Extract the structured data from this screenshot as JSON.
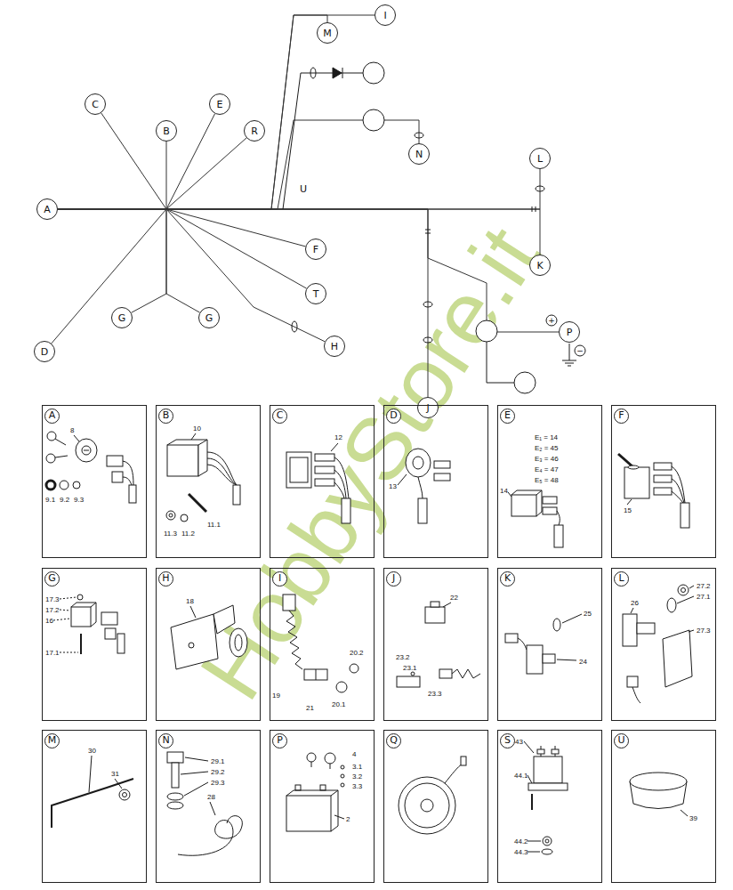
{
  "diagram": {
    "nodes": [
      {
        "text": [
          "I"
        ]
      },
      {
        "text": [
          "M"
        ]
      },
      {
        "text": [
          "C"
        ]
      },
      {
        "text": [
          "E"
        ]
      },
      {
        "text": [
          "B"
        ]
      },
      {
        "text": [
          "R"
        ]
      },
      {
        "text": [
          "N"
        ]
      },
      {
        "text": [
          "L"
        ]
      },
      {
        "text": [
          "A"
        ]
      },
      {
        "text": [
          "F"
        ]
      },
      {
        "text": [
          "K"
        ]
      },
      {
        "text": [
          "T"
        ]
      },
      {
        "text": [
          "G"
        ]
      },
      {
        "text": [
          "G"
        ]
      },
      {
        "text": [
          "P"
        ]
      },
      {
        "text": [
          "H"
        ]
      },
      {
        "text": [
          "D"
        ]
      },
      {
        "text": [
          "J"
        ]
      },
      {
        "text": [
          "A",
          "8",
          "9.1",
          "9.2",
          "9.3"
        ]
      },
      {
        "text": [
          "B",
          "10",
          "11.3",
          "11.2",
          "11.1"
        ]
      },
      {
        "text": [
          "C",
          "12"
        ]
      },
      {
        "text": [
          "D",
          "13"
        ]
      },
      {
        "text": [
          "E",
          "E₁ = 14",
          "E₂ = 45",
          "E₃ = 46",
          "E₄ = 47",
          "E₅ = 48",
          "14"
        ]
      },
      {
        "text": [
          "F",
          "15"
        ]
      },
      {
        "text": [
          "G",
          "17.3",
          "17.2",
          "16",
          "17.1"
        ]
      },
      {
        "text": [
          "H",
          "18"
        ]
      },
      {
        "text": [
          "I",
          "19",
          "20.2",
          "20.1",
          "21"
        ]
      },
      {
        "text": [
          "J",
          "22",
          "23.2",
          "23.1",
          "23.3"
        ]
      },
      {
        "text": [
          "K",
          "25",
          "24"
        ]
      },
      {
        "text": [
          "L",
          "27.2",
          "27.1",
          "26",
          "27.3"
        ]
      },
      {
        "text": [
          "M",
          "30",
          "31"
        ]
      },
      {
        "text": [
          "N",
          "29.1",
          "29.2",
          "29.3",
          "28"
        ]
      },
      {
        "text": [
          "P",
          "4",
          "3.1",
          "3.2",
          "3.3",
          "2"
        ]
      },
      {
        "text": [
          "Q"
        ]
      },
      {
        "text": [
          "S",
          "43",
          "44.1",
          "44.2",
          "44.3"
        ]
      },
      {
        "text": [
          "U",
          "39"
        ]
      }
    ],
    "edges": [
      {
        "from": 8,
        "to": 0,
        "arrow": "none"
      },
      {
        "from": 8,
        "to": 1,
        "arrow": "none"
      },
      {
        "from": 8,
        "to": 2,
        "arrow": "none"
      },
      {
        "from": 8,
        "to": 3,
        "arrow": "none"
      },
      {
        "from": 8,
        "to": 4,
        "arrow": "none"
      },
      {
        "from": 8,
        "to": 5,
        "arrow": "none"
      },
      {
        "from": 8,
        "to": 6,
        "arrow": "none"
      },
      {
        "from": 8,
        "to": 7,
        "arrow": "none"
      },
      {
        "from": 8,
        "to": 9,
        "arrow": "none"
      },
      {
        "from": 8,
        "to": 10,
        "arrow": "none"
      },
      {
        "from": 8,
        "to": 11,
        "arrow": "none"
      },
      {
        "from": 8,
        "to": 12,
        "arrow": "none"
      },
      {
        "from": 8,
        "to": 13,
        "arrow": "none"
      },
      {
        "from": 8,
        "to": 14,
        "arrow": "none"
      },
      {
        "from": 8,
        "to": 15,
        "arrow": "none"
      },
      {
        "from": 8,
        "to": 16,
        "arrow": "none"
      },
      {
        "from": 8,
        "to": 17,
        "arrow": "none"
      }
    ],
    "labels": [
      "U",
      "+",
      "−",
      "HobbyStore.it"
    ]
  }
}
